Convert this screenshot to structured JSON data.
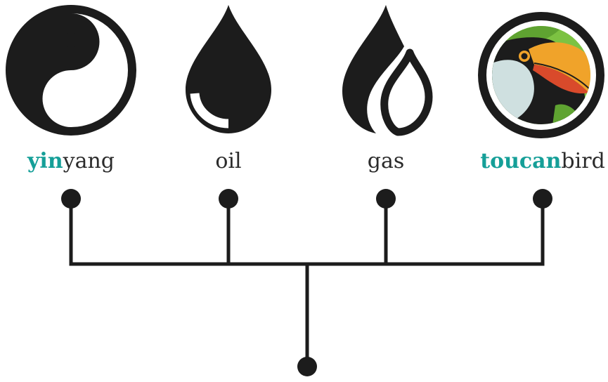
{
  "items": [
    {
      "id": "yinyang",
      "highlight": "yin",
      "rest": "yang",
      "icon": "yin-yang-icon"
    },
    {
      "id": "oil",
      "highlight": "",
      "rest": "oil",
      "icon": "oil-drop-icon"
    },
    {
      "id": "gas",
      "highlight": "",
      "rest": "gas",
      "icon": "gas-flame-icon"
    },
    {
      "id": "toucanbird",
      "highlight": "toucan",
      "rest": "bird",
      "icon": "toucan-bird-icon"
    }
  ],
  "colors": {
    "ink": "#1c1c1c",
    "accent": "#159f98",
    "text": "#2b2b2b",
    "toucan_green": "#7cc242",
    "toucan_beak_orange": "#f0a32a",
    "toucan_beak_red": "#d94a2b",
    "toucan_chest": "#cfe0e0"
  }
}
